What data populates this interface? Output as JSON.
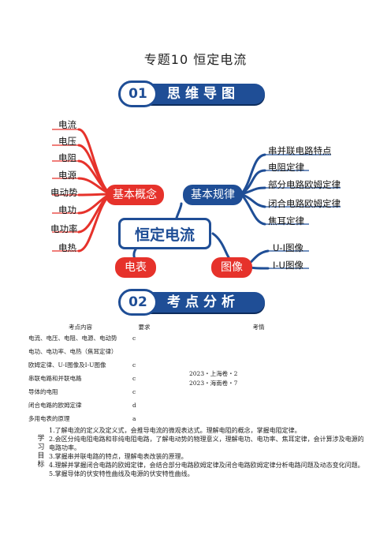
{
  "title": "专题10  恒定电流",
  "banner1": {
    "num": "01",
    "label": "思维导图"
  },
  "banner2": {
    "num": "02",
    "label": "考点分析"
  },
  "mindmap": {
    "center": "恒定电流",
    "hubs": {
      "basic_concept": "基本概念",
      "basic_law": "基本规律",
      "meter": "电表",
      "graph": "图像"
    },
    "concept_leaves": [
      "电流",
      "电压",
      "电阻",
      "电源",
      "电动势",
      "电功",
      "电功率",
      "电热"
    ],
    "law_leaves": [
      "串并联电路特点",
      "电阻定律",
      "部分电路欧姆定律",
      "闭合电路欧姆定律",
      "焦耳定律"
    ],
    "graph_leaves": [
      "U-I图像",
      "I-U图像"
    ]
  },
  "table": {
    "headers": [
      "考点内容",
      "要求",
      "考情"
    ],
    "rows": [
      {
        "content": "电流、电压、电阻、电源、电动势",
        "req": "c"
      },
      {
        "content": "电功、电功率、电热（焦耳定律）",
        "req": ""
      },
      {
        "content": "欧姆定律、U-I图像及I-U图像",
        "req": "c"
      },
      {
        "content": "串联电路和并联电路",
        "req": "c"
      },
      {
        "content": "导体的电阻",
        "req": "c"
      },
      {
        "content": "闭合电路的欧姆定律",
        "req": "d"
      },
      {
        "content": "多用电表的原理",
        "req": "a"
      }
    ],
    "exam": [
      "2023・上海卷・2",
      "2023・海南卷・7"
    ]
  },
  "goals": {
    "head": [
      "学",
      "习",
      "目",
      "标"
    ],
    "items": [
      "1.了解电流的定义及定义式，会推导电流的微观表达式。理解电阻的概念，掌握电阻定律。",
      "2.会区分纯电阻电路和非纯电阻电路，了解电动势的物理意义，理解电功、电功率、焦耳定律，会计算涉及电源的电路功率。",
      "3.掌握串并联电路的特点，理解电表改装的原理。",
      "4.理解并掌握闭合电路的欧姆定律，会结合部分电路欧姆定律及闭合电路欧姆定律分析电路问题及动态变化问题。",
      "5.掌握导体的伏安特性曲线及电源的伏安特性曲线。"
    ]
  }
}
